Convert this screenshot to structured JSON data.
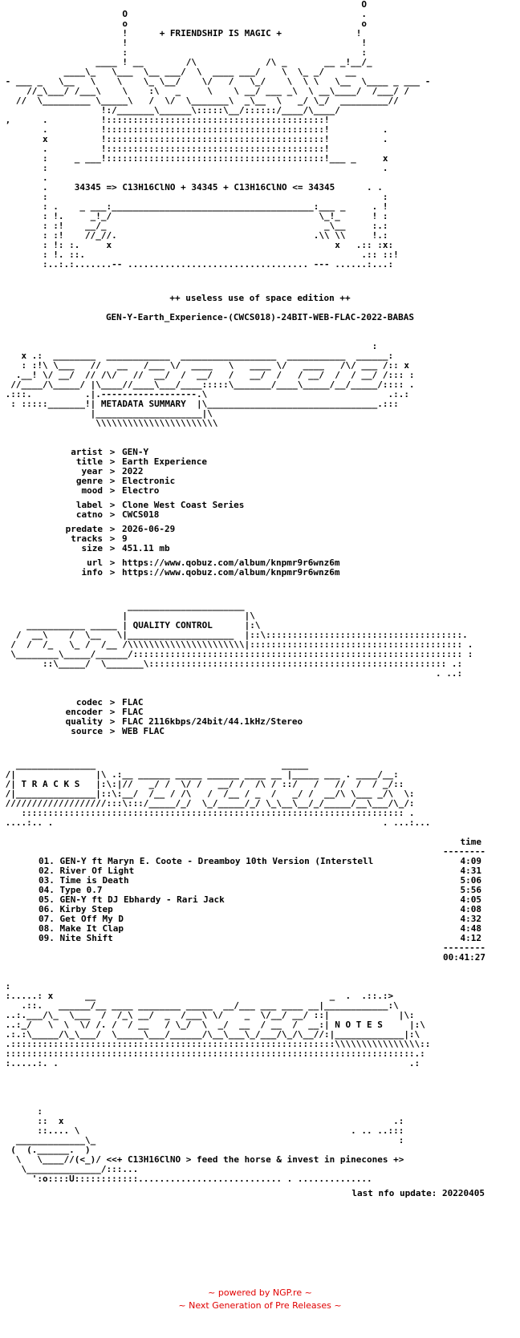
{
  "header": {
    "tagline": "+ FRIENDSHIP IS MAGIC +",
    "formula": "34345 => C13H16ClNO + 34345 + C13H16ClNO <= 34345"
  },
  "edition": "++ useless use of space edition ++",
  "release_name": "GEN-Y-Earth_Experience-(CWCS018)-24BIT-WEB-FLAC-2022-BABAS",
  "sections": {
    "metadata": "METADATA SUMMARY",
    "quality": "QUALITY CONTROL",
    "tracks": "T R A C K S",
    "notes": "N O T E S"
  },
  "metadata": {
    "artist": "GEN-Y",
    "title": "Earth Experience",
    "year": "2022",
    "genre": "Electronic",
    "mood": "Electro",
    "label": "Clone West Coast Series",
    "catno": "CWCS018",
    "predate": "2026-06-29",
    "tracks": "9",
    "size": "451.11 mb",
    "url": "https://www.qobuz.com/album/knpmr9r6wnz6m",
    "info": "https://www.qobuz.com/album/knpmr9r6wnz6m"
  },
  "quality": {
    "codec": "FLAC",
    "encoder": "FLAC",
    "quality": "FLAC 2116kbps/24bit/44.1kHz/Stereo",
    "source": "WEB FLAC"
  },
  "tracklist": {
    "time_header": "time",
    "rule": "--------",
    "items": [
      {
        "title": "01. GEN-Y ft Maryn E. Coote - Dreamboy 10th Version (Interstell",
        "time": "4:09"
      },
      {
        "title": "02. River Of Light",
        "time": "4:31"
      },
      {
        "title": "03. Time is Death",
        "time": "5:06"
      },
      {
        "title": "04. Type 0.7",
        "time": "5:56"
      },
      {
        "title": "05. GEN-Y ft DJ Ebhardy - Rari Jack",
        "time": "4:05"
      },
      {
        "title": "06. Kirby Step",
        "time": "4:08"
      },
      {
        "title": "07. Get Off My D",
        "time": "4:32"
      },
      {
        "title": "08. Make It Clap",
        "time": "4:48"
      },
      {
        "title": "09. Nite Shift",
        "time": "4:12"
      }
    ],
    "total": "00:41:27"
  },
  "closing": {
    "slogan": "<<+ C13H16ClNO > feed the horse & invest in pinecones +>",
    "last_update": "last nfo update: 20220405"
  },
  "footer": {
    "powered": "~ powered by NGP.re ~",
    "tagline": "~ Next Generation of Pre Releases ~"
  }
}
